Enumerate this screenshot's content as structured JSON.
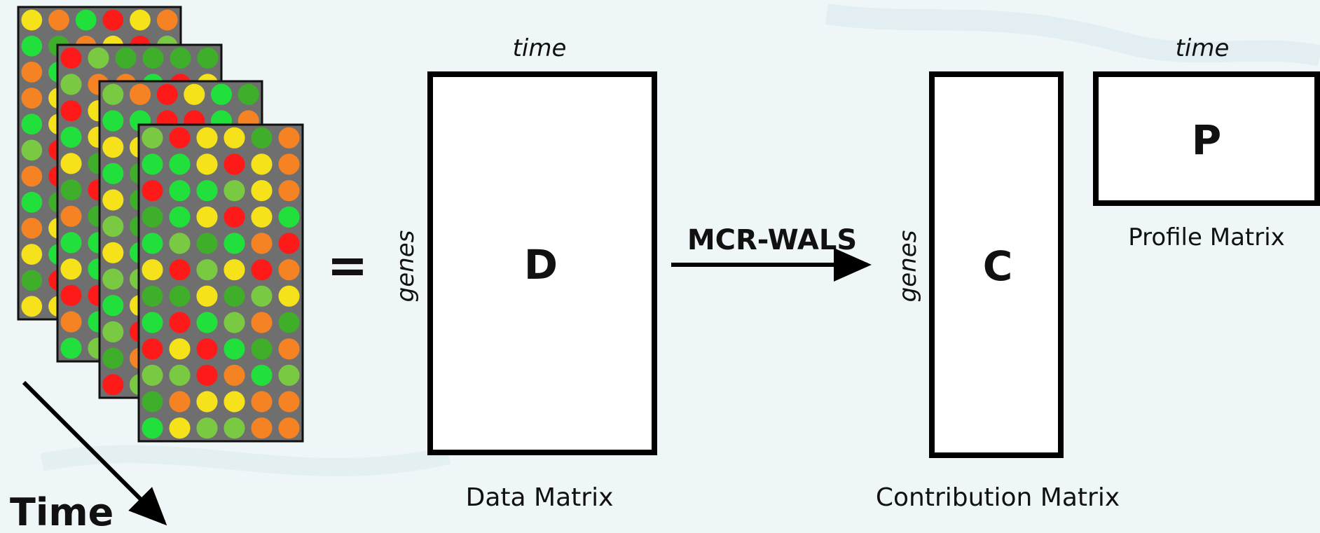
{
  "microarray": {
    "time_label": "Time",
    "spot_colors": [
      "#22e03c",
      "#ff1a1a",
      "#f5e21a",
      "#f58223",
      "#7ac943",
      "#3fae2a"
    ]
  },
  "equals_sign": "=",
  "data_matrix": {
    "top_label": "time",
    "side_label": "genes",
    "letter": "D",
    "caption": "Data Matrix"
  },
  "arrow": {
    "label": "MCR-WALS"
  },
  "contribution_matrix": {
    "side_label": "genes",
    "letter": "C",
    "caption": "Contribution Matrix"
  },
  "profile_matrix": {
    "top_label": "time",
    "letter": "P",
    "caption": "Profile Matrix"
  }
}
